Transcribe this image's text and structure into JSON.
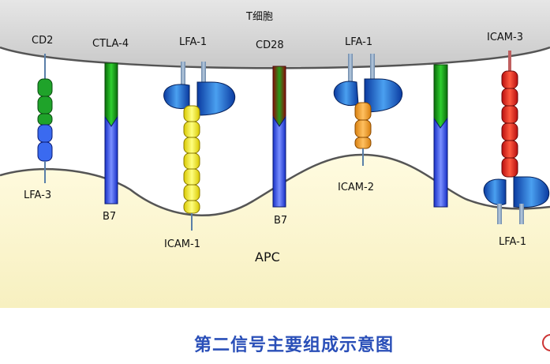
{
  "cells": {
    "t_cell": "T细胞",
    "apc": "APC"
  },
  "labels": {
    "cd2": "CD2",
    "ctla4": "CTLA-4",
    "lfa1_top_left": "LFA-1",
    "cd28": "CD28",
    "lfa1_top_right": "LFA-1",
    "icam3": "ICAM-3",
    "lfa3": "LFA-3",
    "b7_left": "B7",
    "icam1": "ICAM-1",
    "b7_right": "B7",
    "icam2": "ICAM-2",
    "lfa1_bottom": "LFA-1"
  },
  "title": "第二信号主要组成示意图",
  "colors": {
    "t_cell_membrane": "#d4d4d4",
    "apc_membrane": "#fbf6c9",
    "title": "#2a4fb8"
  }
}
